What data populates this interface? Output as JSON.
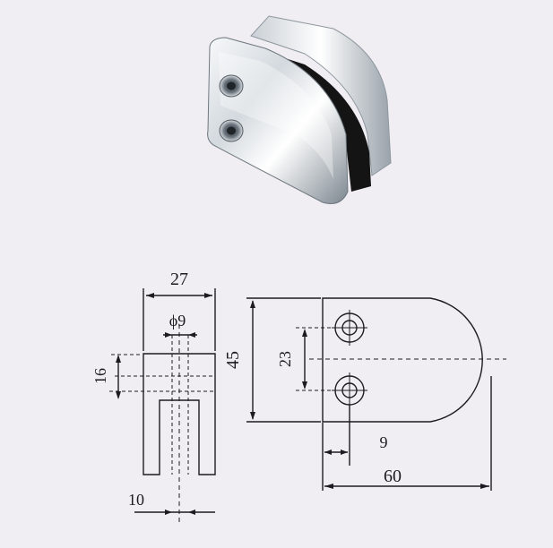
{
  "colors": {
    "background": "#f1eef3",
    "line": "#1d1a22",
    "metal_light": "#f4f6f8",
    "metal_dark": "#5b6570",
    "gasket": "#1a1a1a"
  },
  "product_photo": {
    "label": "glass clamp photo",
    "icon": "glass-clamp-icon"
  },
  "side_view": {
    "width_dim": "27",
    "hole_dia_dim": "ϕ9",
    "height_dim": "16",
    "slot_dim": "10"
  },
  "front_view": {
    "height_dim": "45",
    "hole_spacing_dim": "23",
    "hole_offset_dim": "9",
    "length_dim": "60"
  }
}
